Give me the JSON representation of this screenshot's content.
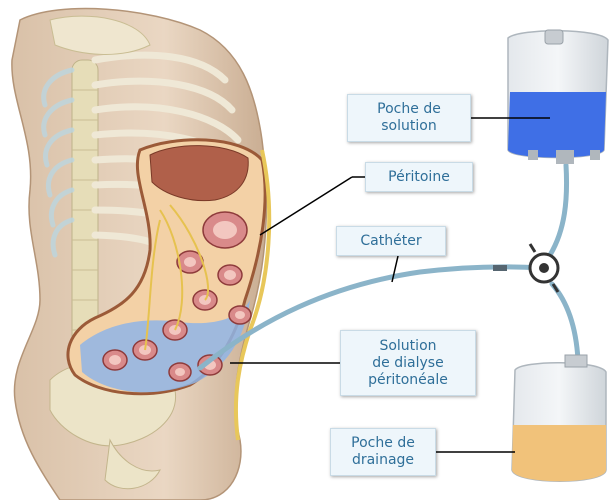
{
  "labels": {
    "poche_solution": [
      "Poche de",
      "solution"
    ],
    "peritoine": "Péritoine",
    "catheter": "Cathéter",
    "solution_dialyse": [
      "Solution",
      "de dialyse",
      "péritonéale"
    ],
    "poche_drainage": [
      "Poche de",
      "drainage"
    ]
  },
  "colors": {
    "solution_blue": "#3f6fe6",
    "drainage_yellow": "#f1c27a",
    "tube": "#8bb4c9",
    "label_text": "#2f6f99",
    "label_bg": "#eef6fb"
  }
}
